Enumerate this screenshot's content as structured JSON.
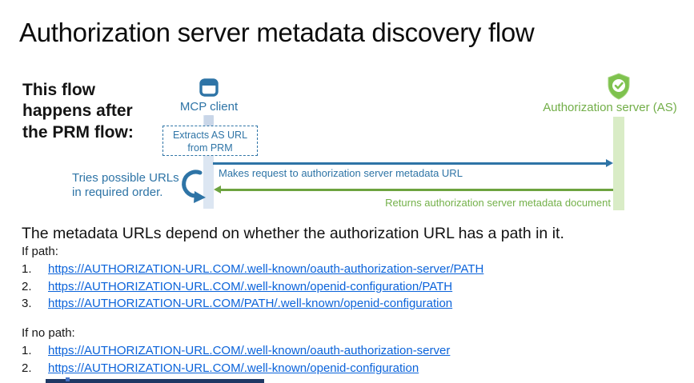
{
  "slide": {
    "title": "Authorization server metadata discovery flow",
    "intro_note": "This flow\nhappens after\nthe PRM flow:"
  },
  "diagram": {
    "mcp_client": {
      "label": "MCP client",
      "icon": "browser-window-icon"
    },
    "auth_server": {
      "label": "Authorization server (AS)",
      "icon": "shield-check-icon"
    },
    "extract_note": "Extracts AS URL\nfrom PRM",
    "tries_note": "Tries possible URLs\nin required order.",
    "request_arrow_label": "Makes request to authorization server metadata URL",
    "response_arrow_label": "Returns authorization server metadata document"
  },
  "metadata_urls": {
    "heading": "The metadata URLs depend on whether the authorization URL has a path in it.",
    "sections": [
      {
        "label": "If path:",
        "items": [
          {
            "num": "1.",
            "url": "https://AUTHORIZATION-URL.COM/.well-known/oauth-authorization-server/PATH"
          },
          {
            "num": "2.",
            "url": "https://AUTHORIZATION-URL.COM/.well-known/openid-configuration/PATH"
          },
          {
            "num": "3.",
            "url": "https://AUTHORIZATION-URL.COM/PATH/.well-known/openid-configuration"
          }
        ]
      },
      {
        "label": "If no path:",
        "items": [
          {
            "num": "1.",
            "url": "https://AUTHORIZATION-URL.COM/.well-known/oauth-authorization-server"
          },
          {
            "num": "2.",
            "url": "https://AUTHORIZATION-URL.COM/.well-known/openid-configuration"
          }
        ]
      }
    ]
  },
  "colors": {
    "steel_blue": "#2e74a6",
    "link_blue": "#0b63da",
    "text_green": "#74b14a",
    "arrow_green": "#6da33f",
    "shield_green": "#7ec24e",
    "lifeline_blue": "#dce6f2",
    "lifeline_green": "#d9ecc6",
    "bottom_bar_navy": "#1f3864"
  }
}
